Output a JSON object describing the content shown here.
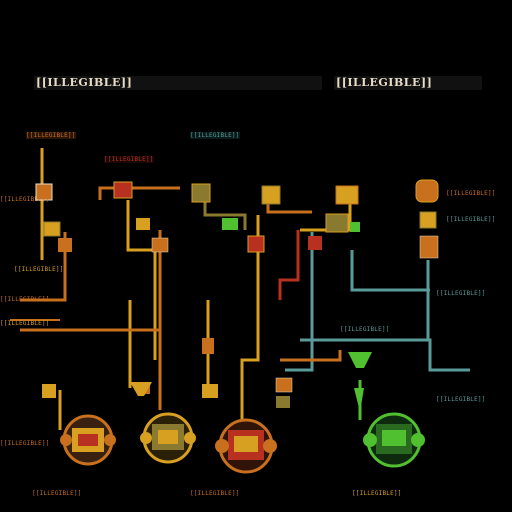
{
  "header": {
    "title_left": "[[ILLEGIBLE]]",
    "title_right": "[[ILLEGIBLE]]"
  },
  "colors": {
    "background": "#000000",
    "orange": "#c8701e",
    "amber": "#d8a020",
    "teal": "#5a9a98",
    "olive": "#8a7a30",
    "green": "#50c030",
    "red": "#b83020",
    "cream": "#e8dcc8"
  },
  "labels": {
    "top_row_left": "[[ILLEGIBLE]]",
    "top_row_right": "[[ILLEGIBLE]]",
    "second_row": "[[ILLEGIBLE]]",
    "left_col": [
      "[[ILLEGIBLE]]",
      "[[ILLEGIBLE]]",
      "[[ILLEGIBLE]]",
      "[[ILLEGIBLE]]",
      "[[ILLEGIBLE]]"
    ],
    "right_col": [
      "[[ILLEGIBLE]]",
      "[[ILLEGIBLE]]",
      "[[ILLEGIBLE]]",
      "[[ILLEGIBLE]]",
      "[[ILLEGIBLE]]"
    ],
    "bottom_row": [
      "[[ILLEGIBLE]]",
      "[[ILLEGIBLE]]",
      "[[ILLEGIBLE]]"
    ]
  },
  "icons": [
    "gear-machine-icon",
    "funnel-icon",
    "node-box-icon"
  ]
}
